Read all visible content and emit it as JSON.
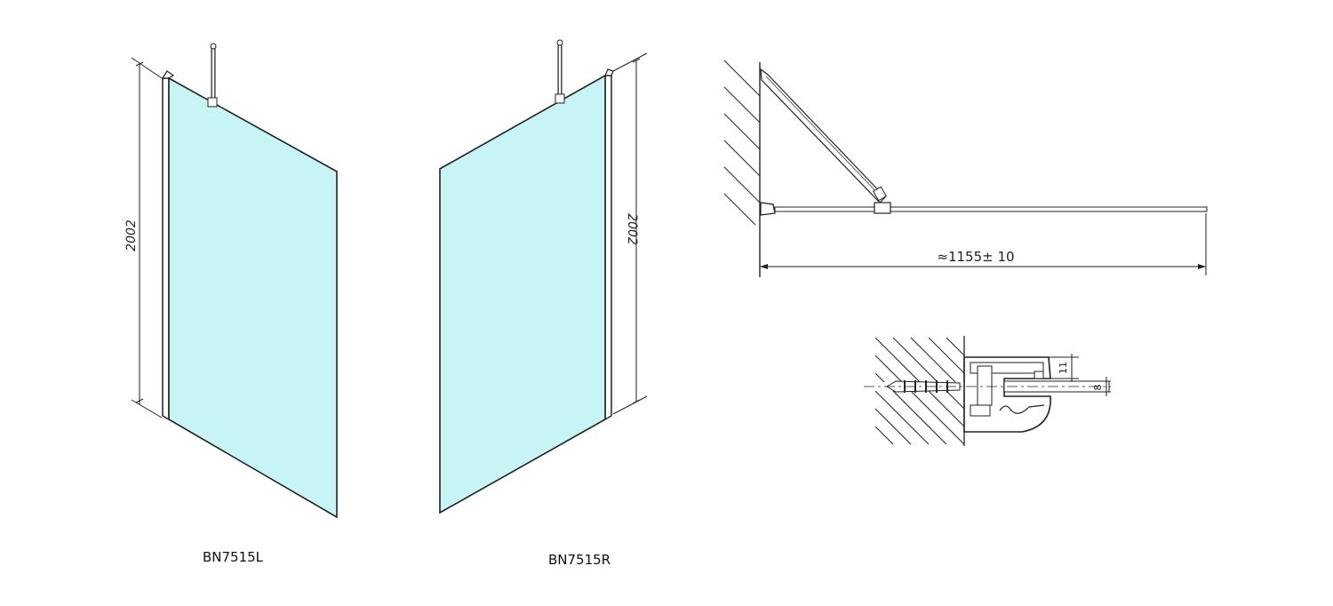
{
  "panels": [
    {
      "model": "BN7515L",
      "height_dim": "2002"
    },
    {
      "model": "BN7515R",
      "height_dim": "2002"
    }
  ],
  "plan_view": {
    "width_dim": "≈1155± 10"
  },
  "profile_detail": {
    "dim_top": "11",
    "dim_right": "8"
  },
  "colors": {
    "glass": "#c7f5f6",
    "line": "#222222"
  }
}
